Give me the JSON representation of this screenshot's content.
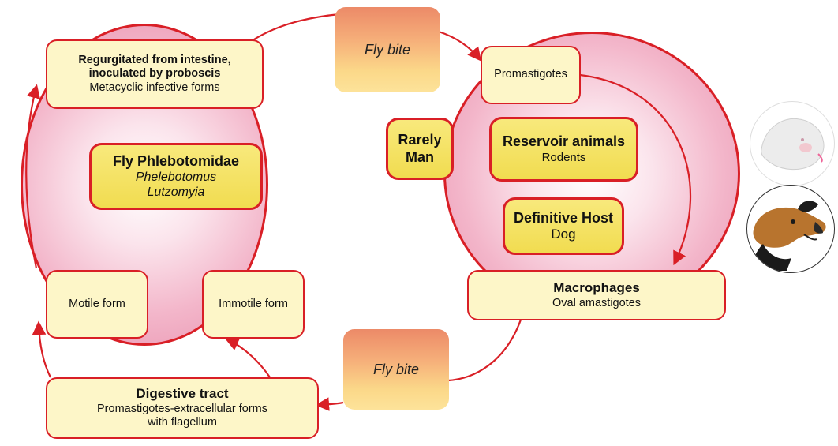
{
  "left_cycle": {
    "top": {
      "line1": "Regurgitated from intestine,",
      "line2": "inoculated by proboscis",
      "line3": "Metacyclic infective forms"
    },
    "center": {
      "title": "Fly Phlebotomidae",
      "genus1": "Phelebotomus",
      "genus2": "Lutzomyia"
    },
    "motile": "Motile form",
    "immotile": "Immotile form"
  },
  "right_cycle": {
    "promastigotes": "Promastigotes",
    "rarely_man": {
      "line1": "Rarely",
      "line2": "Man"
    },
    "reservoir": {
      "title": "Reservoir animals",
      "sub": "Rodents"
    },
    "definitive": {
      "title": "Definitive Host",
      "sub": "Dog"
    },
    "macrophages": {
      "title": "Macrophages",
      "sub": "Oval amastigotes"
    }
  },
  "digestive": {
    "title": "Digestive tract",
    "line2": "Promastigotes-extracellular forms",
    "line3": "with flagellum"
  },
  "fly_bite_top": "Fly bite",
  "fly_bite_bottom": "Fly bite",
  "icons": [
    "rodent-photo",
    "dog-photo"
  ],
  "colors": {
    "border": "#d91f26",
    "box_fill": "#fdf6c8",
    "highlight_fill": "#f6e46a",
    "circle_fill": "#f3b6ca"
  }
}
